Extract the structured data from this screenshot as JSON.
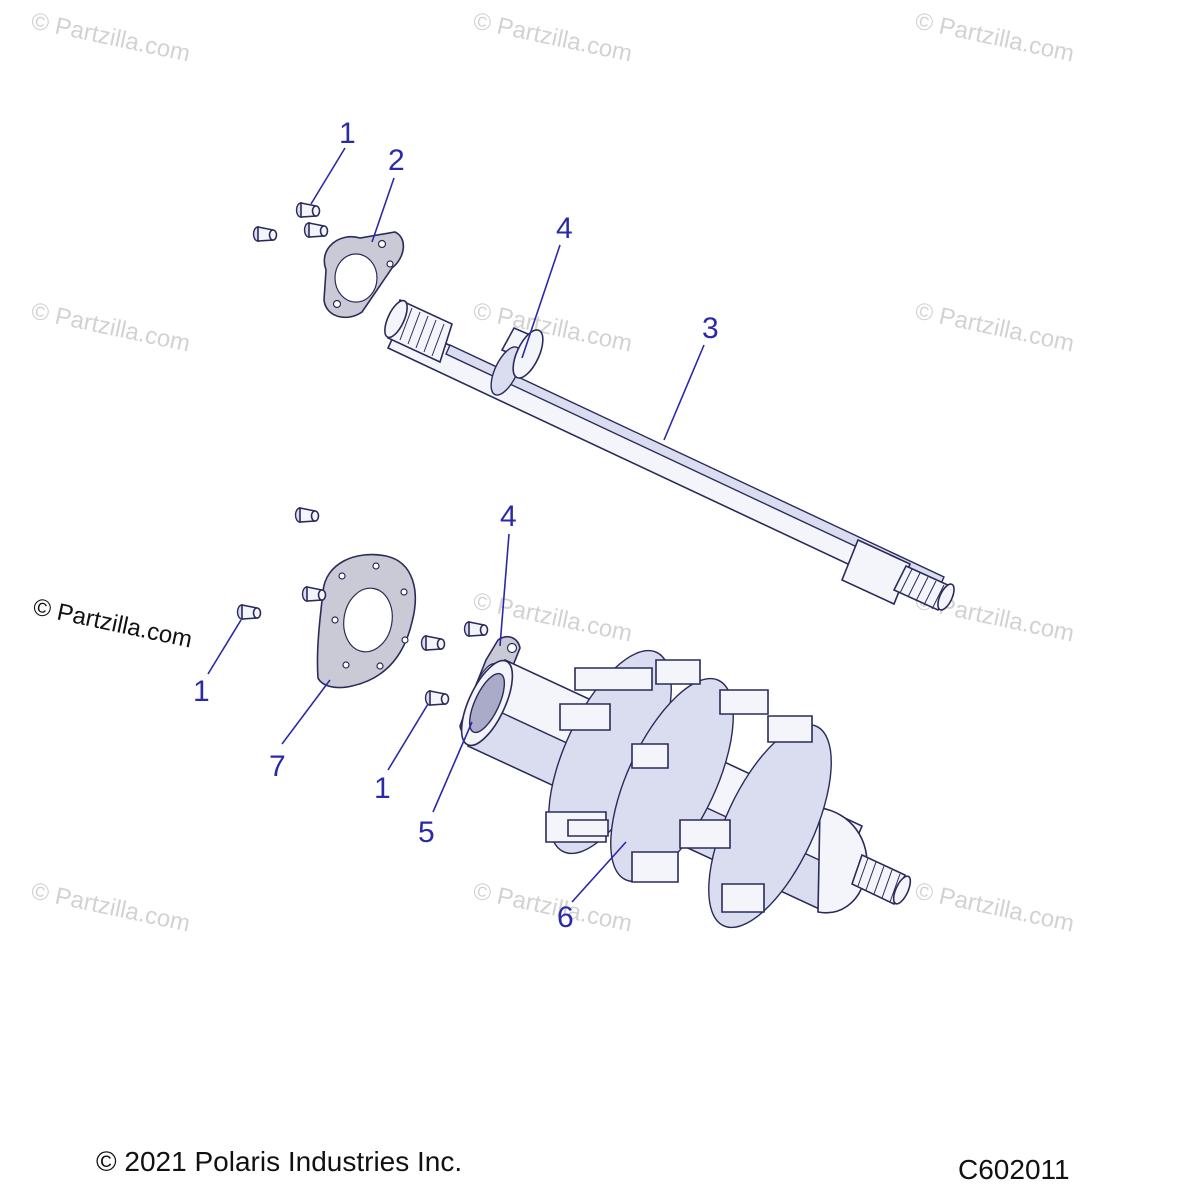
{
  "watermark": {
    "text": "© Partzilla.com",
    "prominent_text": "© Partzilla.com"
  },
  "callouts": {
    "bolt_top": "1",
    "bearing_flange_top": "2",
    "drive_shaft": "3",
    "seal_top": "4",
    "seal_lower": "4",
    "bearing_flange_lower": "5",
    "drive_sprocket_assembly": "6",
    "plate": "7",
    "bolt_left": "1",
    "bolt_lower": "1"
  },
  "footer": {
    "copyright": "© 2021 Polaris Industries Inc.",
    "diagram_code": "C602011"
  }
}
